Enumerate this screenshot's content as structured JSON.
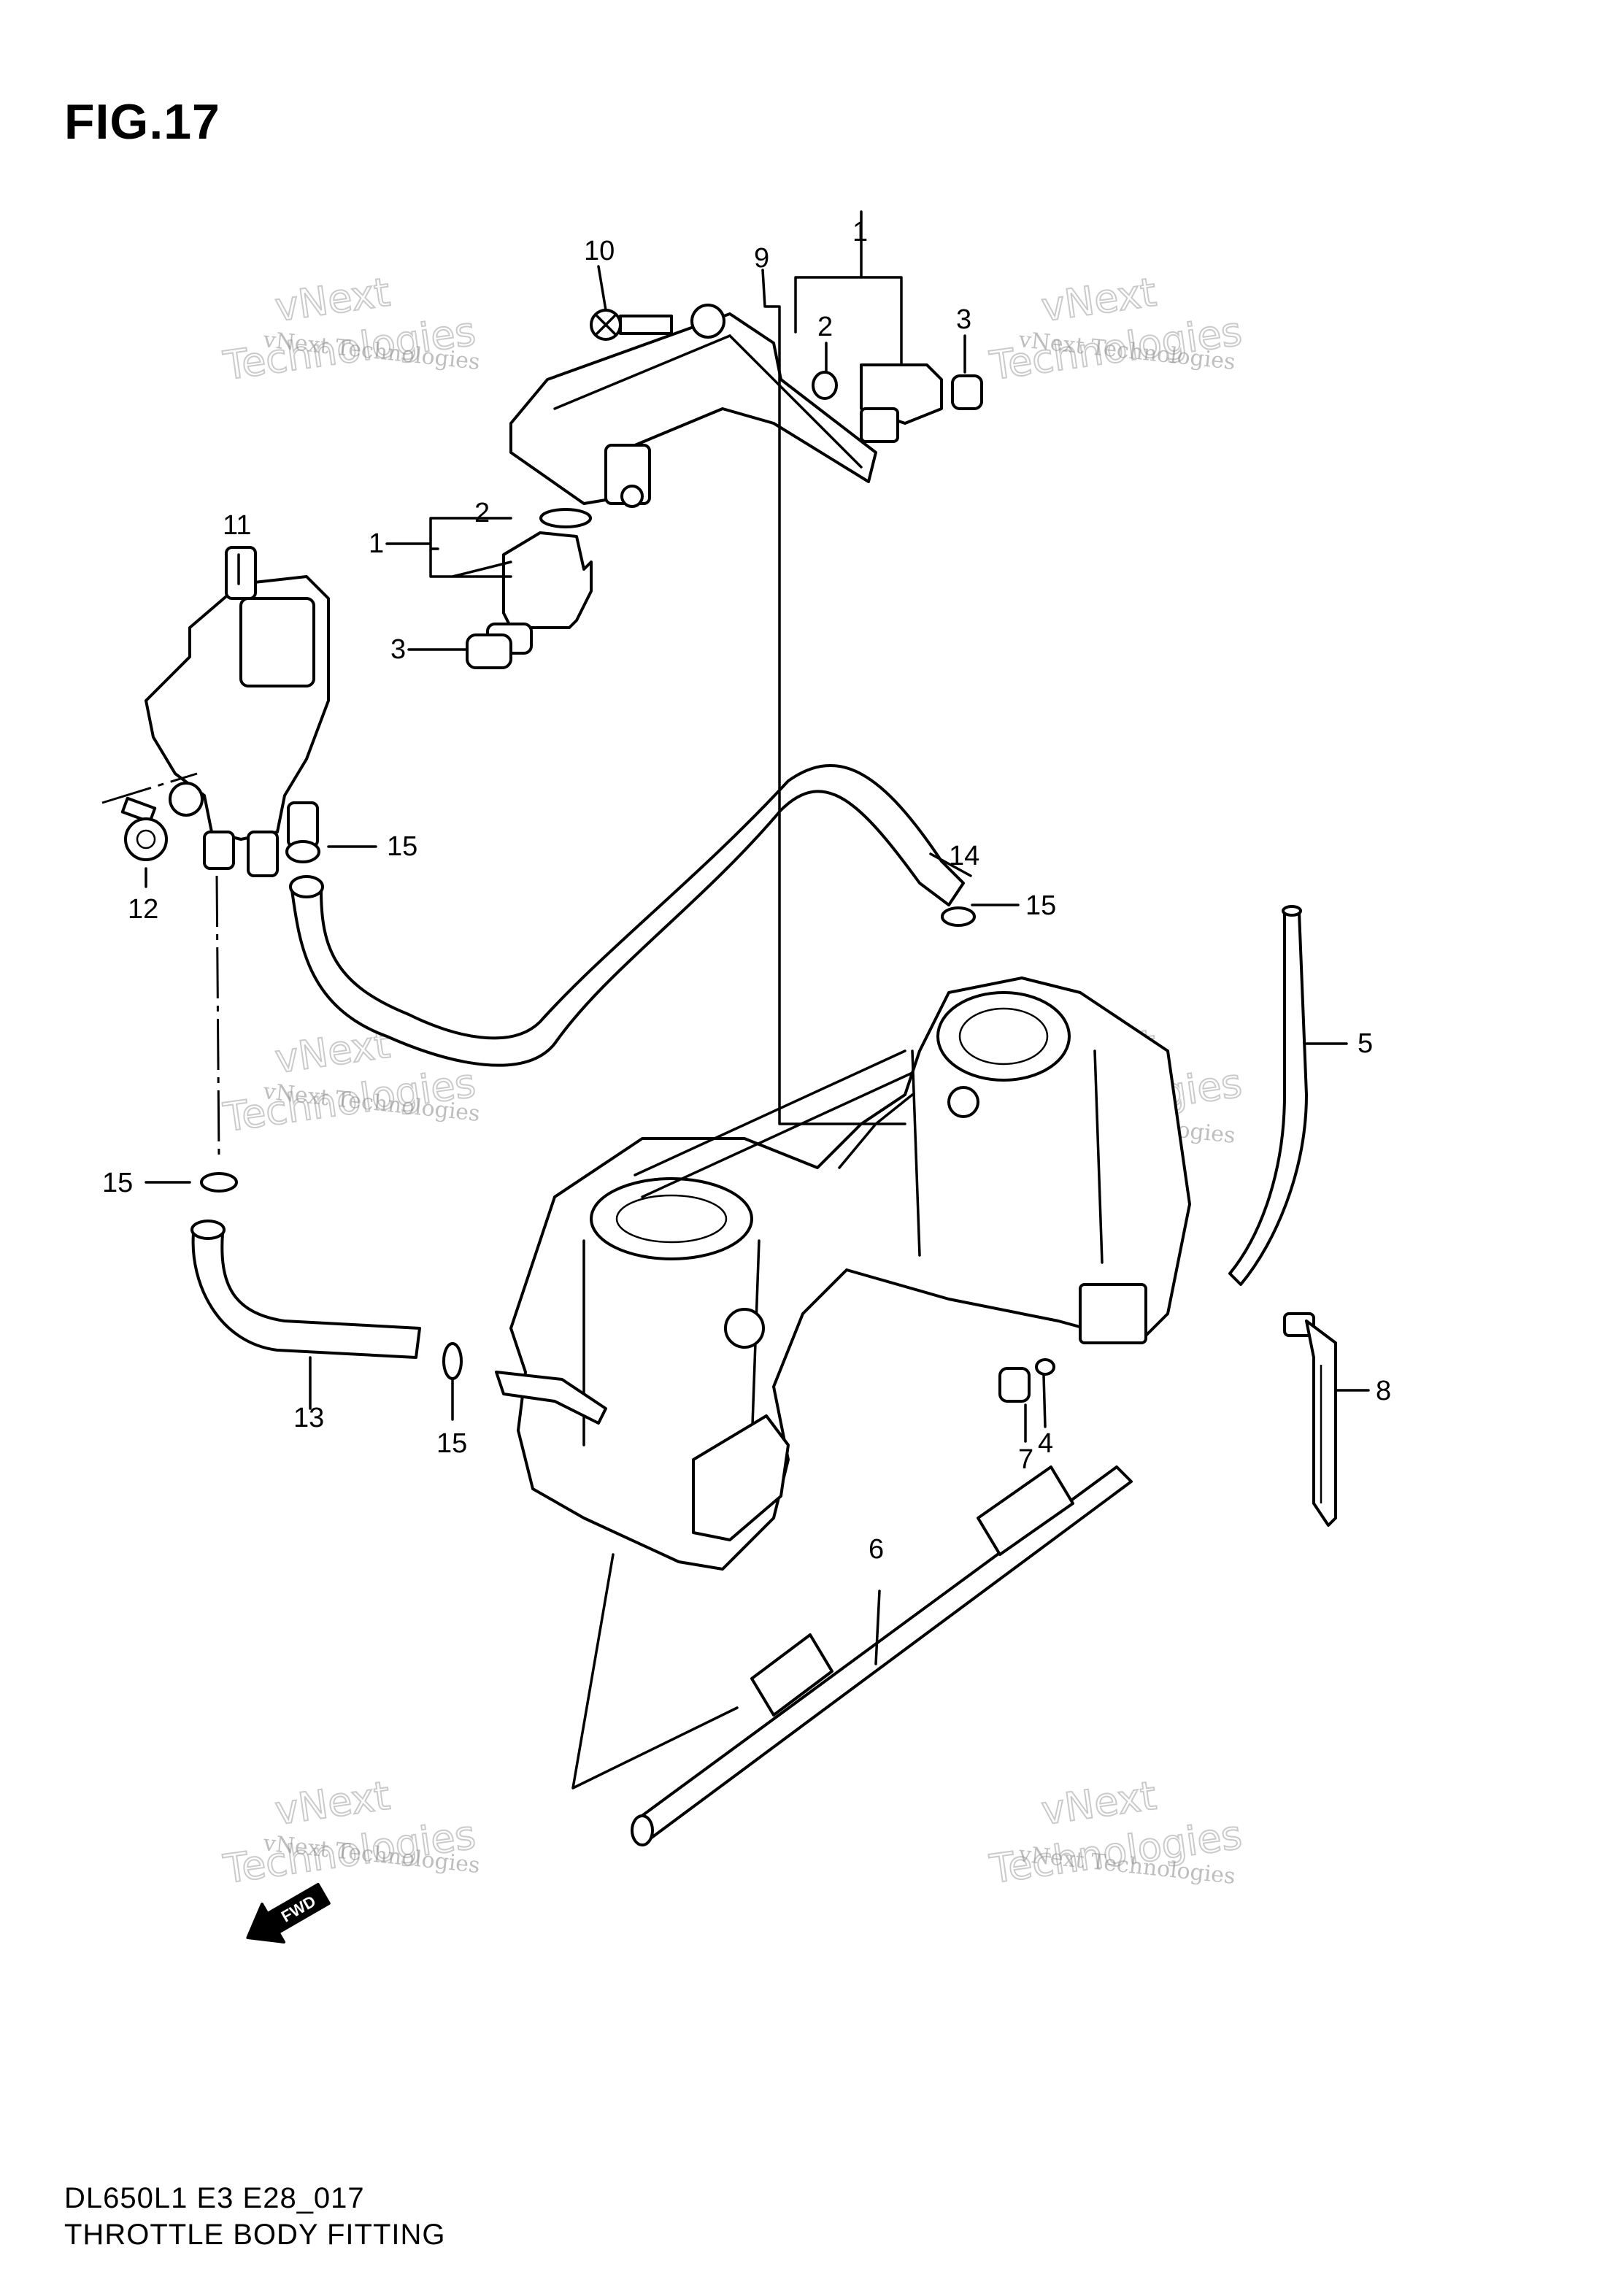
{
  "figure_title": "FIG.17",
  "watermark": {
    "line1": "vNext Technologies",
    "line2": "vNext",
    "line3": "Technologies"
  },
  "callouts": {
    "c1a": "1",
    "c1b": "1",
    "c2a": "2",
    "c2b": "2",
    "c3a": "3",
    "c3b": "3",
    "c4": "4",
    "c5": "5",
    "c6": "6",
    "c7": "7",
    "c8": "8",
    "c9": "9",
    "c10": "10",
    "c11": "11",
    "c12": "12",
    "c13": "13",
    "c14": "14",
    "c15a": "15",
    "c15b": "15",
    "c15c": "15",
    "c15d": "15"
  },
  "fwd_label": "FWD",
  "footer": {
    "code": "DL650L1 E3 E28_017",
    "title": "THROTTLE BODY FITTING"
  }
}
